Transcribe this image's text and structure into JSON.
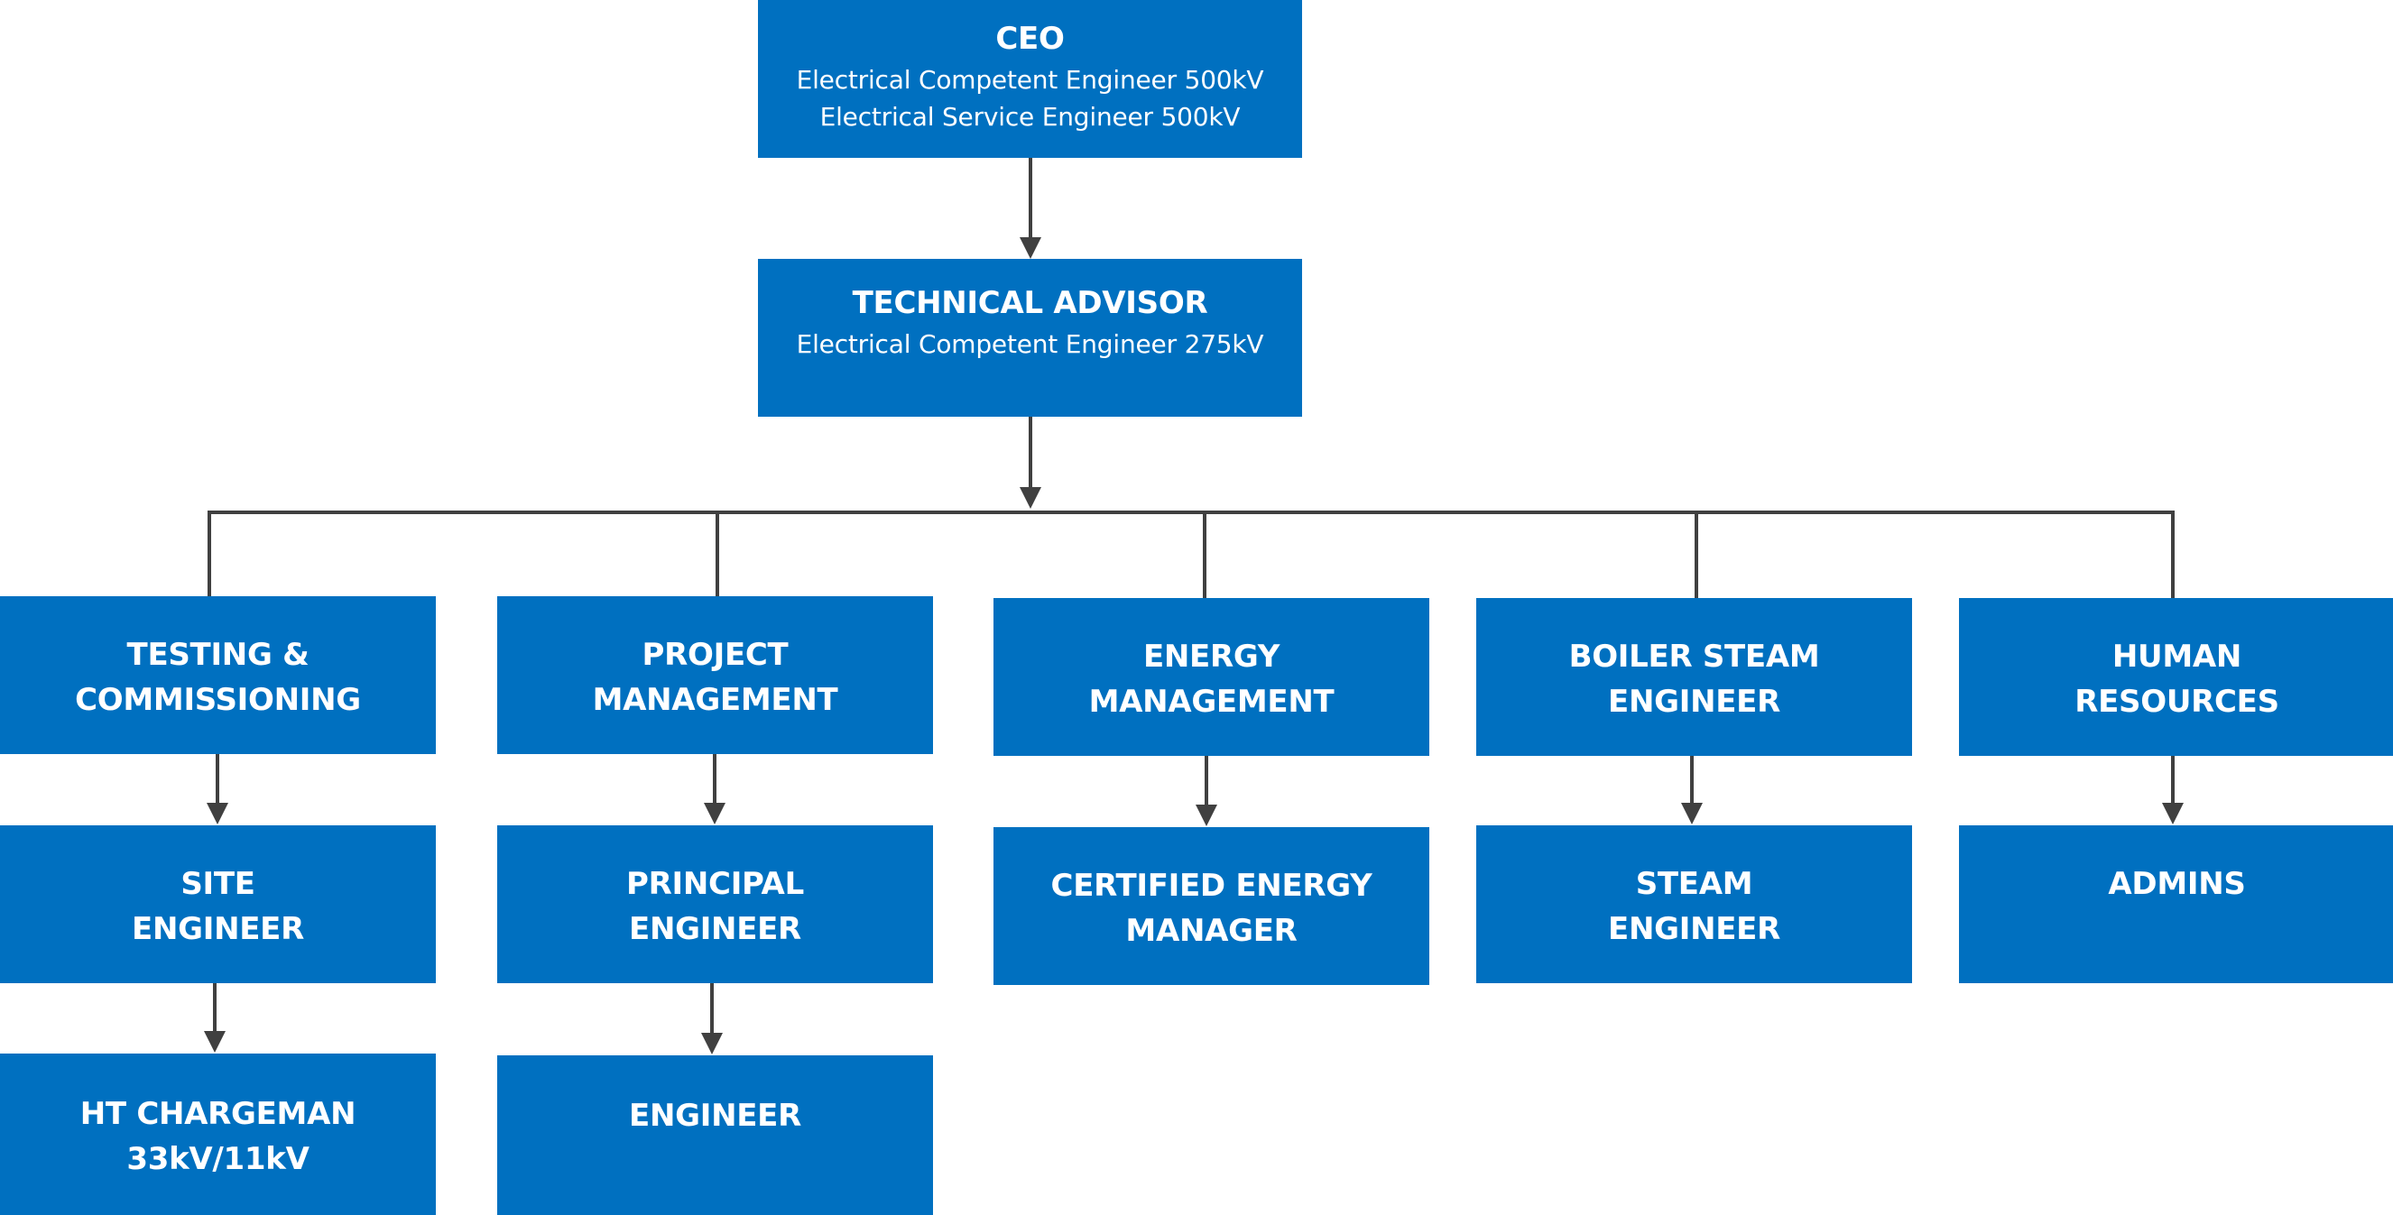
{
  "colors": {
    "box_fill": "#0070C0",
    "box_text": "#FFFFFF",
    "connector": "#404040"
  },
  "ceo": {
    "title": "CEO",
    "lines": [
      "Electrical Competent Engineer 500kV",
      "Electrical Service Engineer 500kV"
    ]
  },
  "technical_advisor": {
    "title": "TECHNICAL ADVISOR",
    "lines": [
      "Electrical Competent Engineer 275kV"
    ]
  },
  "departments": [
    {
      "title": "TESTING &\nCOMMISSIONING",
      "children": [
        {
          "title": "SITE\nENGINEER"
        },
        {
          "title": "HT CHARGEMAN\n33kV/11kV"
        }
      ]
    },
    {
      "title": "PROJECT\nMANAGEMENT",
      "children": [
        {
          "title": "PRINCIPAL\nENGINEER"
        },
        {
          "title": "ENGINEER"
        }
      ]
    },
    {
      "title": "ENERGY\nMANAGEMENT",
      "children": [
        {
          "title": "CERTIFIED ENERGY\nMANAGER"
        }
      ]
    },
    {
      "title": "BOILER STEAM\nENGINEER",
      "children": [
        {
          "title": "STEAM\nENGINEER"
        }
      ]
    },
    {
      "title": "HUMAN\nRESOURCES",
      "children": [
        {
          "title": "ADMINS"
        }
      ]
    }
  ]
}
